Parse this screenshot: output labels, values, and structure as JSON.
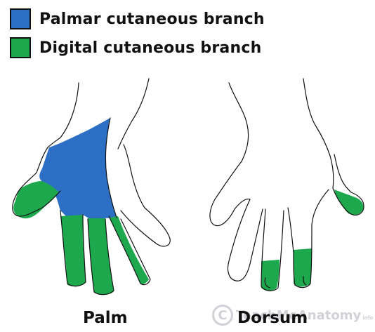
{
  "legend": {
    "items": [
      {
        "label": "Palmar cutaneous branch",
        "color": "#2d6fc4"
      },
      {
        "label": "Digital cutaneous branch",
        "color": "#1ea84e"
      }
    ]
  },
  "captions": {
    "palm": "Palm",
    "dorsum": "Dorsum"
  },
  "watermark": {
    "text": "TeachMeAnatomy",
    "suffix": "info"
  },
  "colors": {
    "outline": "#111111",
    "palmar": "#2d6fc4",
    "digital": "#1ea84e"
  }
}
